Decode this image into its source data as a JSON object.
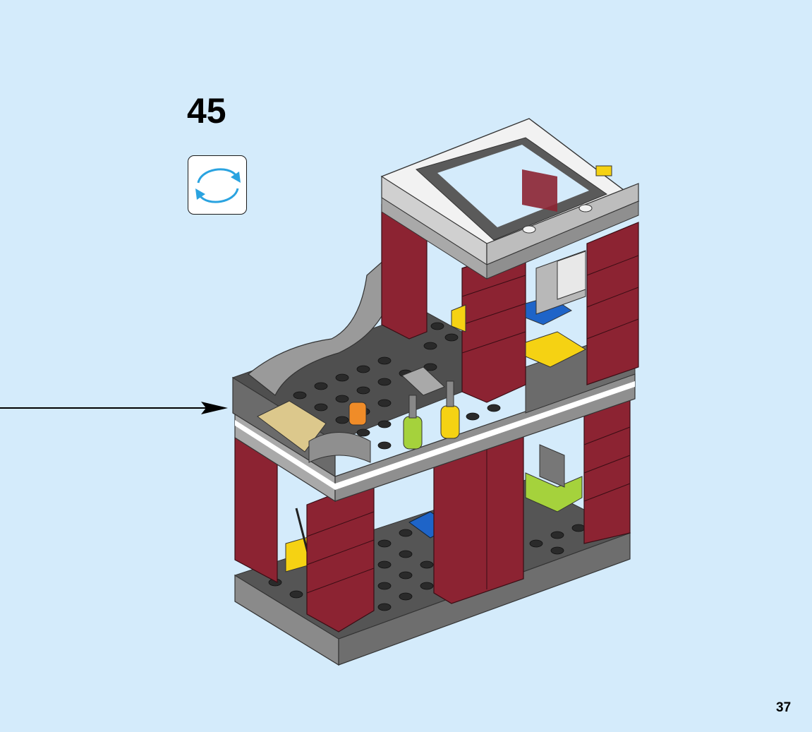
{
  "instruction": {
    "step_number": "45",
    "page_number": "37",
    "callout": {
      "icon": "rotate-model-icon"
    },
    "pointer": {
      "icon": "arrow-right-icon"
    },
    "model": {
      "icon": "lego-fire-station-build-illustration"
    }
  },
  "colors": {
    "background": "#d4ebfb",
    "dark_red": "#8c2332",
    "dark_gray": "#6b6b6b",
    "light_gray": "#a9a9a9",
    "white": "#f2f2f2",
    "yellow": "#f5d213",
    "blue": "#1e64c8",
    "lime": "#a5d23c",
    "tan": "#dcc88c",
    "orange": "#f08c28",
    "arrow_blue": "#2aa3e0"
  }
}
